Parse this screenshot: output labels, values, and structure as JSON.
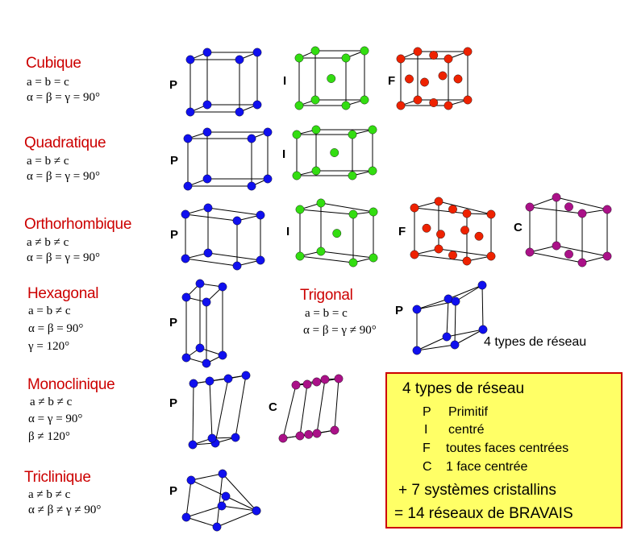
{
  "systems": [
    {
      "name": "Cubique",
      "p1": "a = b = c",
      "p2": "α = β = γ = 90°"
    },
    {
      "name": "Quadratique",
      "p1": "a = b ≠ c",
      "p2": "α = β = γ = 90°"
    },
    {
      "name": "Orthorhombique",
      "p1": "a ≠ b ≠ c",
      "p2": "α = β = γ = 90°"
    },
    {
      "name": "Hexagonal",
      "p1": "a = b ≠ c",
      "p2": "α = β = 90°",
      "p3": "γ = 120°"
    },
    {
      "name": "Trigonal",
      "p1": "a = b = c",
      "p2": "α = β = γ ≠ 90°"
    },
    {
      "name": "Monoclinique",
      "p1": "a ≠ b ≠ c",
      "p2": "α = γ = 90°",
      "p3": "β ≠ 120°"
    },
    {
      "name": "Triclinique",
      "p1": "a ≠ b ≠ c",
      "p2": "α ≠ β ≠ γ ≠ 90°"
    }
  ],
  "lattice_labels": {
    "P": "P",
    "I": "I",
    "F": "F",
    "C": "C"
  },
  "trigonal_note": "4 types de réseau",
  "legend": {
    "title": "4 types de réseau",
    "items": [
      {
        "code": "P",
        "desc": "Primitif"
      },
      {
        "code": "I",
        "desc": "centré"
      },
      {
        "code": "F",
        "desc": "toutes faces centrées"
      },
      {
        "code": "C",
        "desc": "1 face centrée"
      }
    ],
    "line1": "+ 7 systèmes cristallins",
    "line2": "= 14 réseaux de BRAVAIS"
  },
  "colors": {
    "title": "#cc0000",
    "P": "#1010ee",
    "I": "#33dd11",
    "F": "#ee2200",
    "C": "#aa1188",
    "legend_bg": "#ffff66",
    "legend_border": "#cc0000"
  }
}
